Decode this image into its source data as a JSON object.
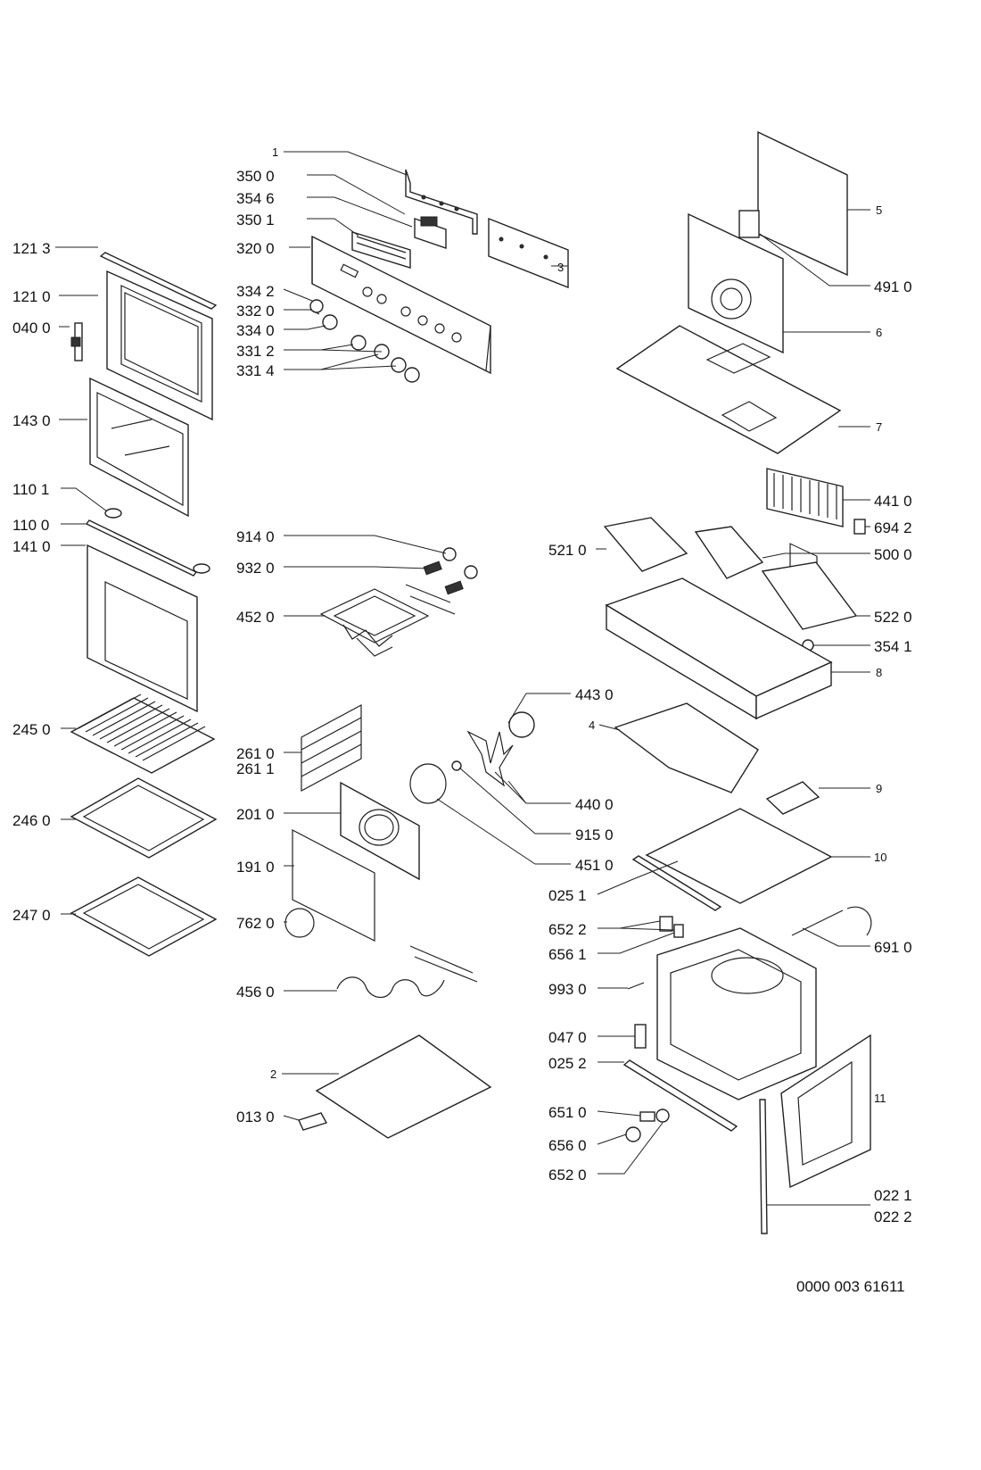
{
  "document_number": "0000 003 61611",
  "labels": {
    "l1": "1",
    "l3500": "350 0",
    "l3546": "354 6",
    "l3501": "350 1",
    "l3200": "320 0",
    "l3": "3",
    "l3342": "334 2",
    "l3320": "332 0",
    "l3340": "334 0",
    "l3312": "331 2",
    "l3314": "331 4",
    "l1213": "121 3",
    "l1210": "121 0",
    "l0400": "040 0",
    "l1430": "143 0",
    "l1101": "110 1",
    "l1100": "110 0",
    "l1410": "141 0",
    "l2450": "245 0",
    "l2460": "246 0",
    "l2470": "247 0",
    "l5": "5",
    "l4910": "491 0",
    "l6": "6",
    "l7": "7",
    "l4410": "441 0",
    "l6942": "694 2",
    "l5210": "521 0",
    "l5000": "500 0",
    "l5220": "522 0",
    "l3541": "354 1",
    "l8": "8",
    "l9140": "914 0",
    "l9320": "932 0",
    "l4520": "452 0",
    "l4430": "443 0",
    "l4": "4",
    "l2610": "261 0",
    "l2611": "261 1",
    "l4400": "440 0",
    "l2010": "201 0",
    "l9150": "915 0",
    "l1910": "191 0",
    "l4510": "451 0",
    "l7620": "762 0",
    "l4560": "456 0",
    "l2": "2",
    "l0130": "013 0",
    "l9": "9",
    "l10": "10",
    "l0251": "025 1",
    "l6522": "652 2",
    "l6561": "656 1",
    "l6910": "691 0",
    "l9930": "993 0",
    "l0470": "047 0",
    "l0252": "025 2",
    "l11": "11",
    "l6510": "651 0",
    "l6560": "656 0",
    "l6520": "652 0",
    "l0221": "022 1",
    "l0222": "022 2"
  }
}
